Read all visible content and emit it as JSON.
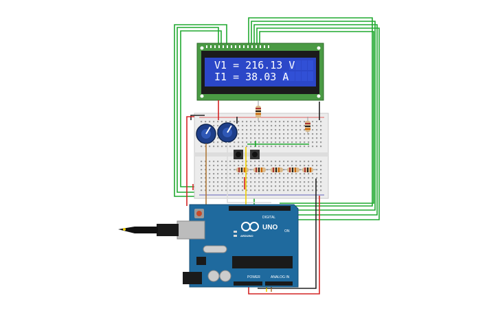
{
  "lcd": {
    "line1": "V1 = 216.13 V",
    "line2": "I1 = 38.03 A"
  },
  "arduino": {
    "model": "UNO",
    "brand": "ARDUINO",
    "digital_label": "DIGITAL",
    "power_label": "POWER",
    "analog_label": "ANALOG IN",
    "on_label": "ON"
  },
  "colors": {
    "wire_green": "#1fa82f",
    "wire_red": "#d42323",
    "wire_black": "#222222",
    "wire_yellow": "#f2d000",
    "wire_white": "#dcdcdc",
    "wire_brown": "#b07a3a",
    "pcb_green": "#4a9a44",
    "lcd_blue": "#2b47c8",
    "arduino_blue": "#1f6a9e",
    "breadboard": "#ececec",
    "pot_blue": "#1e3f8a"
  },
  "icons": [
    "potentiometer-icon",
    "resistor-icon",
    "pushbutton-icon",
    "usb-cable-icon",
    "dc-jack-icon",
    "capacitor-icon",
    "crystal-icon",
    "ic-chip-icon",
    "infinity-logo-icon"
  ]
}
